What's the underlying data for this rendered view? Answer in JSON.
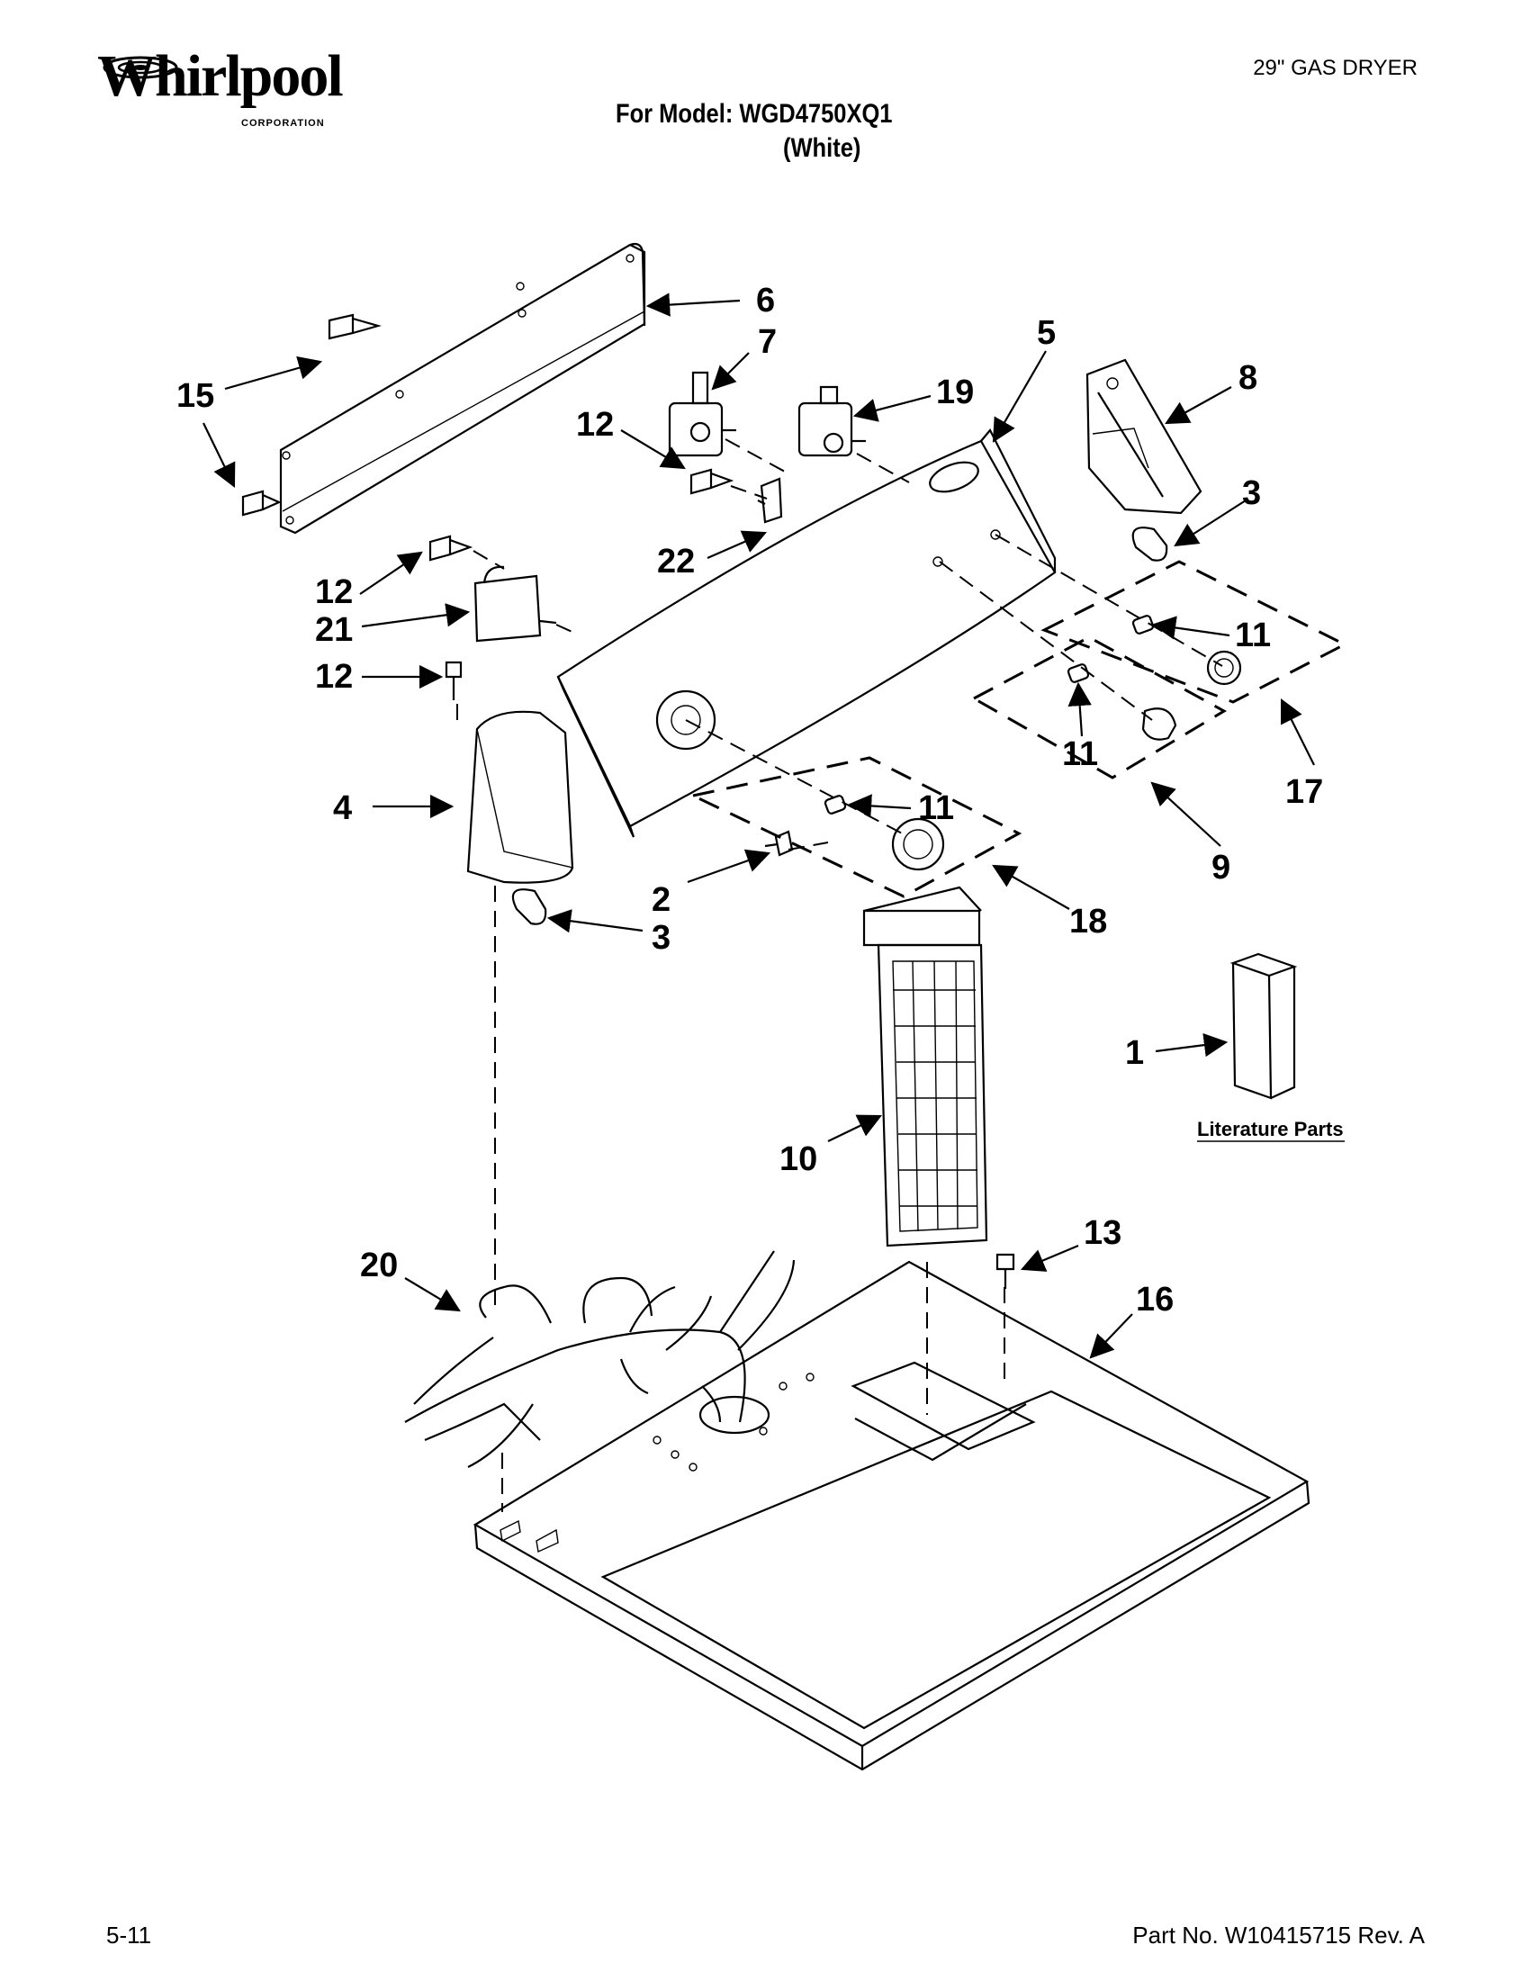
{
  "header": {
    "brand": "Whirlpool",
    "brand_sub": "CORPORATION",
    "product_type": "29\" GAS DRYER",
    "model_line": "For Model: WGD4750XQ1",
    "model_color": "(White)"
  },
  "footer": {
    "page_code": "5-11",
    "part_number": "Part No. W10415715 Rev. A"
  },
  "literature_label": "Literature Parts",
  "callouts": [
    "6",
    "7",
    "5",
    "19",
    "8",
    "15",
    "12",
    "3",
    "22",
    "12",
    "21",
    "11",
    "12",
    "11",
    "17",
    "4",
    "11",
    "2",
    "18",
    "9",
    "3",
    "1",
    "10",
    "13",
    "20",
    "16"
  ]
}
